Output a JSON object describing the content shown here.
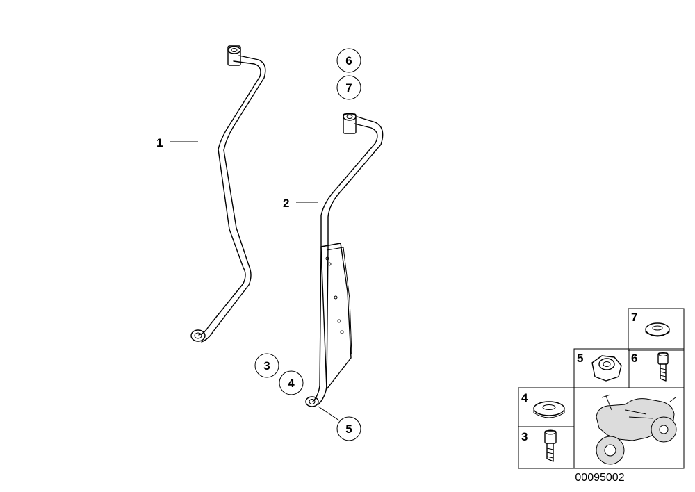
{
  "callouts": {
    "part1": "1",
    "part2": "2",
    "part3": "3",
    "part4": "4",
    "part5": "5",
    "part6": "6",
    "part7": "7"
  },
  "legend": {
    "cell7": "7",
    "cell5": "5",
    "cell6": "6",
    "cell4": "4",
    "cell3": "3"
  },
  "diagram_number": "00095002"
}
